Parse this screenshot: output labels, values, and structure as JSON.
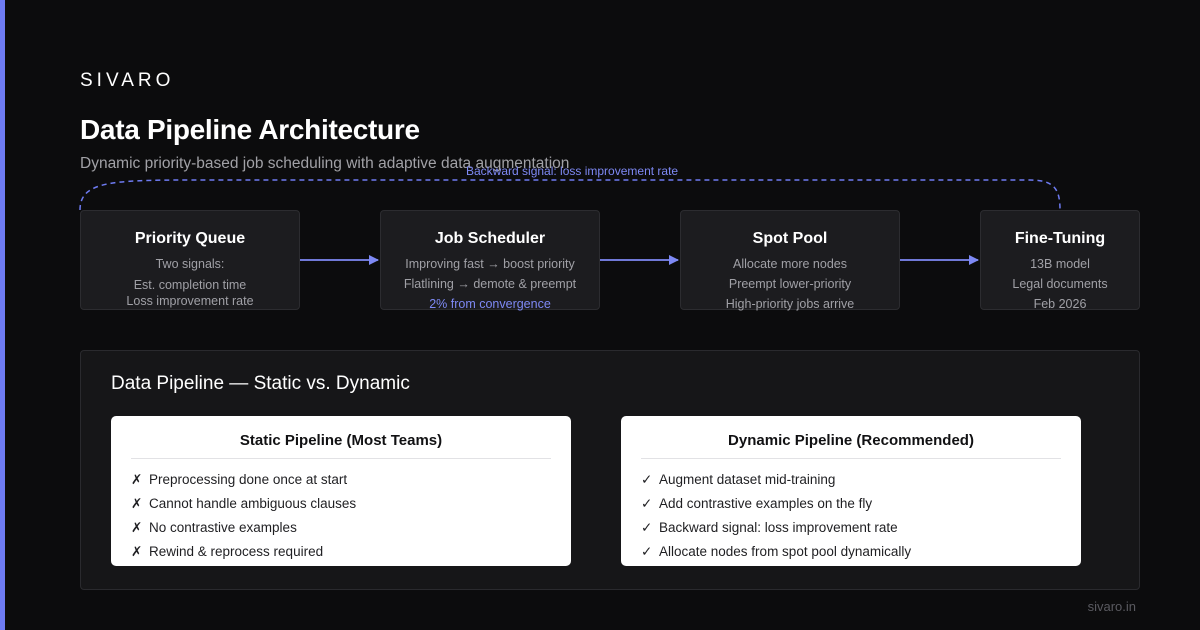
{
  "brand": {
    "name": "SIVARO",
    "url": "sivaro.in",
    "accent_color": "#6e7bf2"
  },
  "header": {
    "title": "Data Pipeline Architecture",
    "subtitle": "Dynamic priority-based job scheduling with adaptive data augmentation"
  },
  "diagram": {
    "feedback_label": "Backward signal: loss improvement rate",
    "nodes": [
      {
        "title": "Priority Queue",
        "lines": [
          "Two signals:",
          "Est. completion time",
          "Loss improvement rate"
        ]
      },
      {
        "title": "Job Scheduler",
        "lines": [
          "Improving fast → boost priority",
          "Flatlining → demote & preempt",
          "2% from convergence"
        ]
      },
      {
        "title": "Spot Pool",
        "lines": [
          "Allocate more nodes",
          "Preempt lower-priority",
          "High-priority jobs arrive"
        ]
      },
      {
        "title": "Fine-Tuning",
        "lines": [
          "13B model",
          "Legal documents",
          "Feb 2026"
        ]
      }
    ]
  },
  "comparison": {
    "title": "Data Pipeline — Static vs. Dynamic",
    "static": {
      "title": "Static Pipeline (Most Teams)",
      "mark": "✗",
      "items": [
        "Preprocessing done once at start",
        "Cannot handle ambiguous clauses",
        "No contrastive examples",
        "Rewind & reprocess required"
      ]
    },
    "dynamic": {
      "title": "Dynamic Pipeline (Recommended)",
      "mark": "✓",
      "items": [
        "Augment dataset mid-training",
        "Add contrastive examples on the fly",
        "Backward signal: loss improvement rate",
        "Allocate nodes from spot pool dynamically"
      ]
    }
  }
}
